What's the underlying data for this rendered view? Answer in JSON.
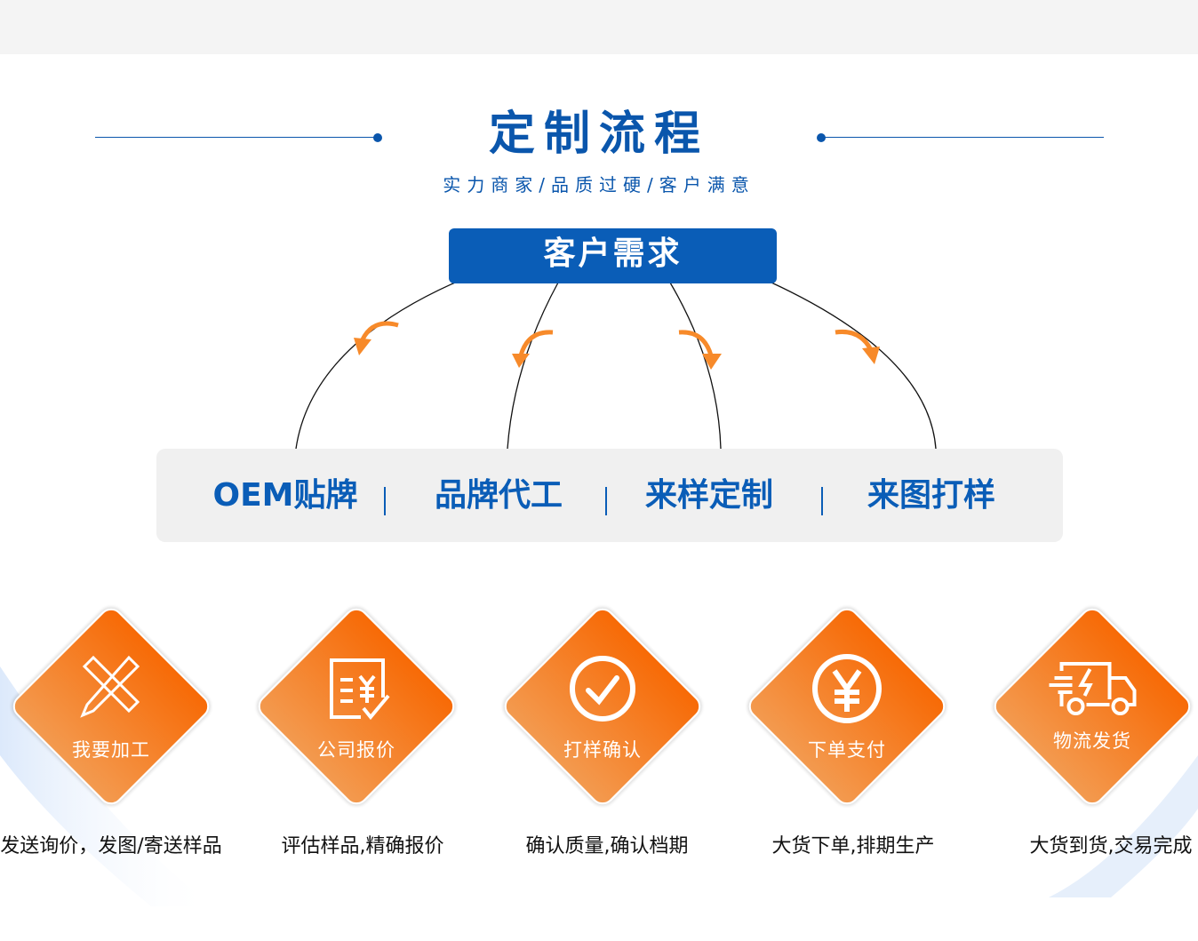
{
  "header": {
    "title": "定制流程",
    "subtitle": "实力商家/品质过硬/客户满意"
  },
  "need": "客户需求",
  "options": [
    "OEM贴牌",
    "品牌代工",
    "来样定制",
    "来图打样"
  ],
  "steps": [
    {
      "label": "我要加工",
      "icon": "pencil-ruler-icon",
      "caption": "发送询价，发图/寄送样品"
    },
    {
      "label": "公司报价",
      "icon": "quote-document-icon",
      "caption": "评估样品,精确报价"
    },
    {
      "label": "打样确认",
      "icon": "check-circle-icon",
      "caption": "确认质量,确认档期"
    },
    {
      "label": "下单支付",
      "icon": "yen-coin-icon",
      "caption": "大货下单,排期生产"
    },
    {
      "label": "物流发货",
      "icon": "delivery-truck-icon",
      "caption": "大货到货,交易完成"
    }
  ],
  "colors": {
    "blue": "#0a5db7",
    "orange": "#f76a06"
  }
}
